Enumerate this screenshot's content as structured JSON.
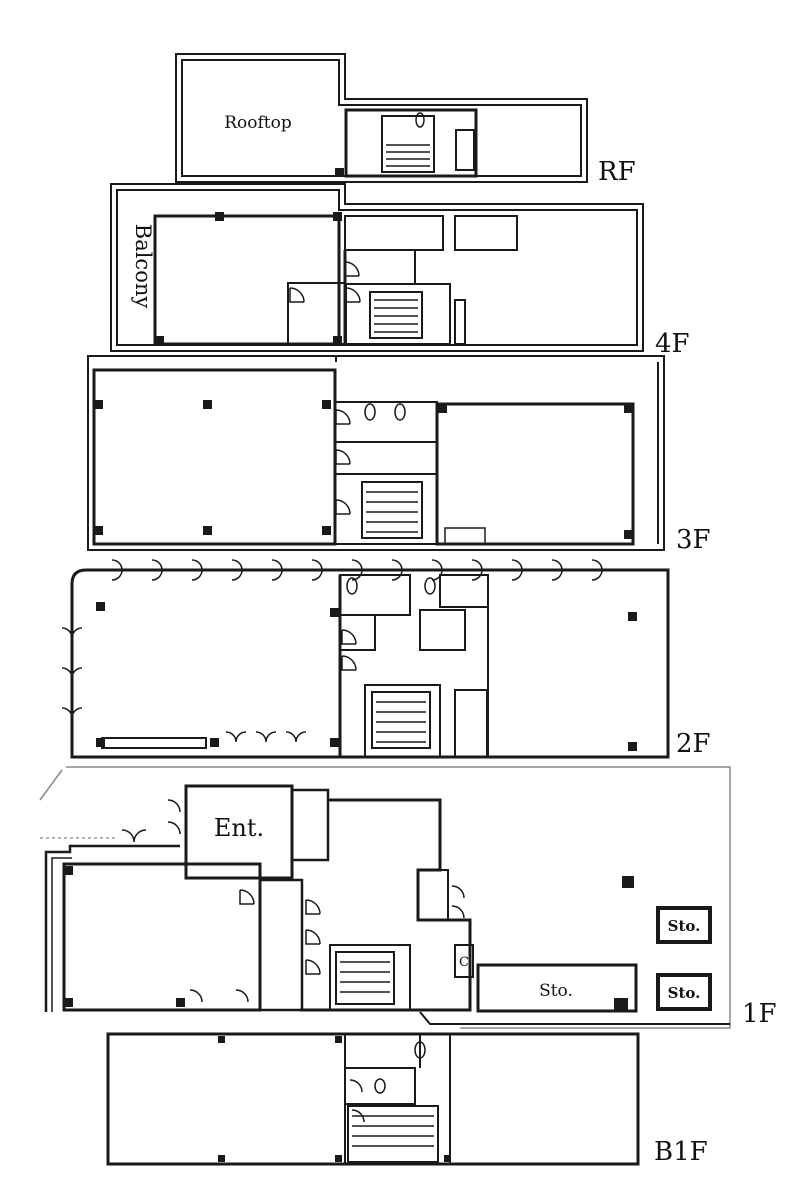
{
  "floors": {
    "rf": {
      "label": "RF",
      "rooms": {
        "rooftop": "Rooftop"
      }
    },
    "f4": {
      "label": "4F",
      "rooms": {
        "balcony": "Balcony"
      }
    },
    "f3": {
      "label": "3F"
    },
    "f2": {
      "label": "2F"
    },
    "f1": {
      "label": "1F",
      "rooms": {
        "entrance": "Ent.",
        "storage": "Sto.",
        "storage_box_1": "Sto.",
        "storage_box_2": "Sto.",
        "closet": "C"
      }
    },
    "b1f": {
      "label": "B1F"
    }
  },
  "colors": {
    "line": "#1a1a1a",
    "paper": "#ffffff",
    "thin": "#888888"
  }
}
